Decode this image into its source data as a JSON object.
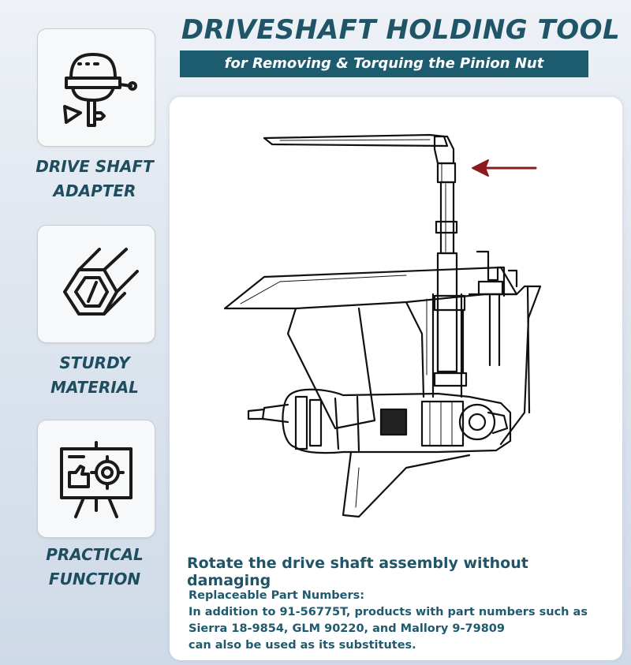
{
  "header": {
    "title": "DRIVESHAFT HOLDING TOOL",
    "subtitle": "for Removing & Torquing the Pinion Nut"
  },
  "features": [
    {
      "icon": "outboard-motor-icon",
      "line1": "DRIVE SHAFT",
      "line2": "ADAPTER"
    },
    {
      "icon": "hex-socket-icon",
      "line1": "STURDY",
      "line2": "MATERIAL"
    },
    {
      "icon": "presentation-gear-icon",
      "line1": "PRACTICAL",
      "line2": "FUNCTION"
    }
  ],
  "main": {
    "tagline": "Rotate the drive shaft assembly without damaging",
    "parts_heading": "Replaceable Part Numbers:",
    "parts_lines": [
      "In addition to 91-56775T, products with part numbers such as",
      "Sierra 18-9854, GLM 90220, and Mallory 9-79809",
      "can also be used as its substitutes."
    ]
  },
  "colors": {
    "brand": "#1f5567",
    "banner": "#1d5b6e",
    "arrow": "#8b1a1a"
  }
}
